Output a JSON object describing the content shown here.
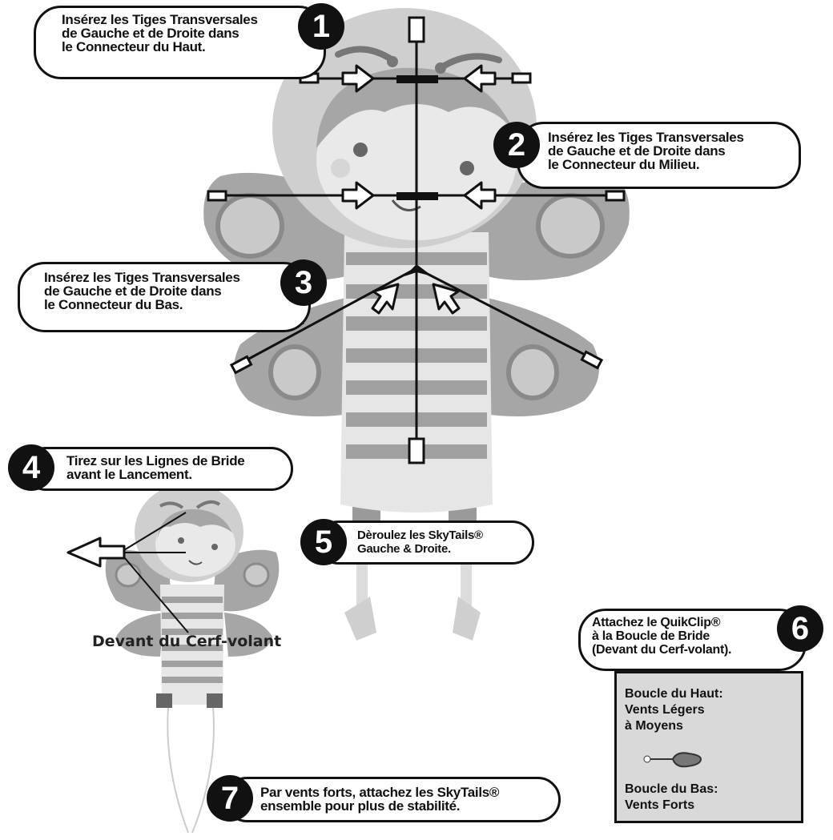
{
  "steps": [
    {
      "number": "1",
      "lines": [
        "Insérez les Tiges Transversales",
        "de Gauche et de Droite dans",
        "le Connecteur du Haut."
      ]
    },
    {
      "number": "2",
      "lines": [
        "Insérez les Tiges Transversales",
        "de Gauche et de Droite dans",
        "le Connecteur du Milieu."
      ]
    },
    {
      "number": "3",
      "lines": [
        "Insérez les Tiges Transversales",
        "de Gauche et de Droite dans",
        "le Connecteur du Bas."
      ]
    },
    {
      "number": "4",
      "lines": [
        "Tirez sur les Lignes de Bride",
        "avant le Lancement."
      ]
    },
    {
      "number": "5",
      "lines": [
        "Dèroulez les SkyTails®",
        "Gauche & Droite."
      ]
    },
    {
      "number": "6",
      "lines": [
        "Attachez le QuikClip®",
        "à la Boucle de Bride",
        "(Devant du Cerf-volant)."
      ]
    },
    {
      "number": "7",
      "lines": [
        "Par vents forts, attachez les SkyTails®",
        "ensemble pour plus de stabilité."
      ]
    }
  ],
  "front_label": "Devant du Cerf-volant",
  "loop_panel": {
    "top_loop": [
      "Boucle du Haut:",
      "Vents Légers",
      "à Moyens"
    ],
    "bottom_loop": [
      "Boucle du Bas:",
      "Vents Forts"
    ]
  },
  "colors": {
    "ink": "#111111",
    "dark_gray": "#8a8a8a",
    "mid_gray": "#a8a8a8",
    "light_gray": "#cfcfcf",
    "pale_gray": "#e4e4e4"
  }
}
